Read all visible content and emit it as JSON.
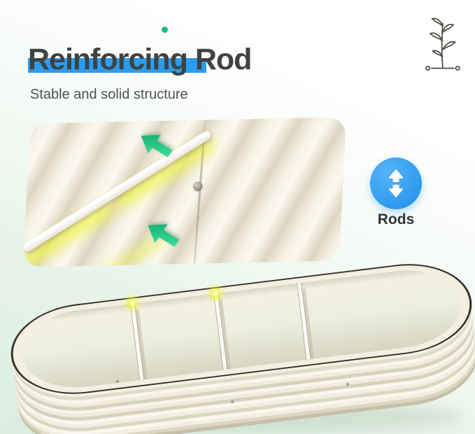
{
  "header": {
    "title": "Reinforcing Rod",
    "subtitle": "Stable and solid structure"
  },
  "callout": {
    "label": "Rods"
  },
  "colors": {
    "accent_blue": "#2b9cf0",
    "accent_green": "#13c07c",
    "arrow_green": "#0ba568",
    "highlight_yellow": "#eff542",
    "title_text": "#3e4341",
    "subtitle_text": "#4c514e",
    "background_mint": "#ddeee1",
    "metal_cream": "#f3efe1"
  },
  "icons": {
    "plant": "plant-sprout-icon",
    "rods_badge": "up-down-arrow-icon",
    "photo_arrows": "arrow-down-left-icon"
  }
}
